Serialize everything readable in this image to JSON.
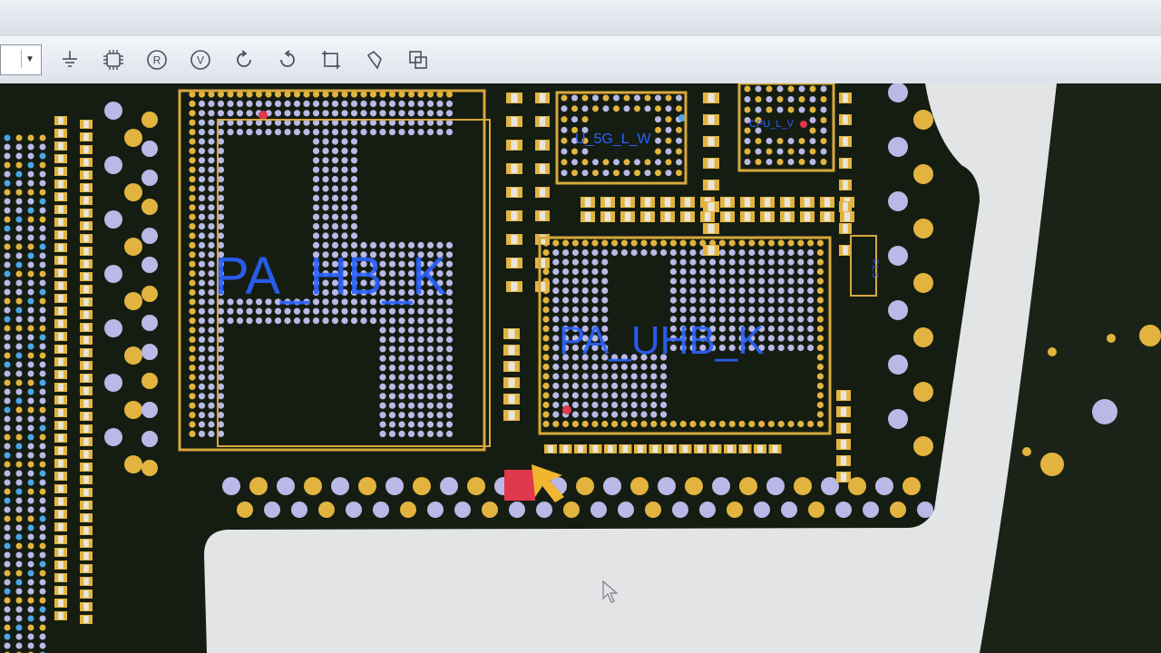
{
  "toolbar": {
    "tools": [
      {
        "name": "ground-tool",
        "icon": "ground-icon"
      },
      {
        "name": "component-tool",
        "icon": "chip-icon"
      },
      {
        "name": "resistor-tool",
        "icon": "r-circle-icon",
        "glyph": "R"
      },
      {
        "name": "voltage-tool",
        "icon": "v-circle-icon",
        "glyph": "V"
      },
      {
        "name": "rotate-cw-tool",
        "icon": "rotate-cw-icon"
      },
      {
        "name": "rotate-ccw-tool",
        "icon": "rotate-ccw-icon"
      },
      {
        "name": "fit-view-tool",
        "icon": "fit-box-icon"
      },
      {
        "name": "lasso-tool",
        "icon": "lasso-icon"
      },
      {
        "name": "copy-tool",
        "icon": "copy-icon"
      }
    ]
  },
  "board": {
    "labels": {
      "pa_hb": "PA_HB_K",
      "pa_uhb": "PA_UHB_K",
      "u5g": "U_5G_L_W",
      "comp_small": "CPU_L_V",
      "side_label": "F.L.S"
    },
    "colors": {
      "substrate": "#151d12",
      "pad_gold": "#e2b43f",
      "pad_lilac": "#b9b8e6",
      "pad_blue": "#4aa6e8",
      "pad_red": "#e0394d",
      "outline": "#d6a83c",
      "label_blue": "#2a63ff",
      "highlight_arrow": "#f2b530"
    }
  }
}
